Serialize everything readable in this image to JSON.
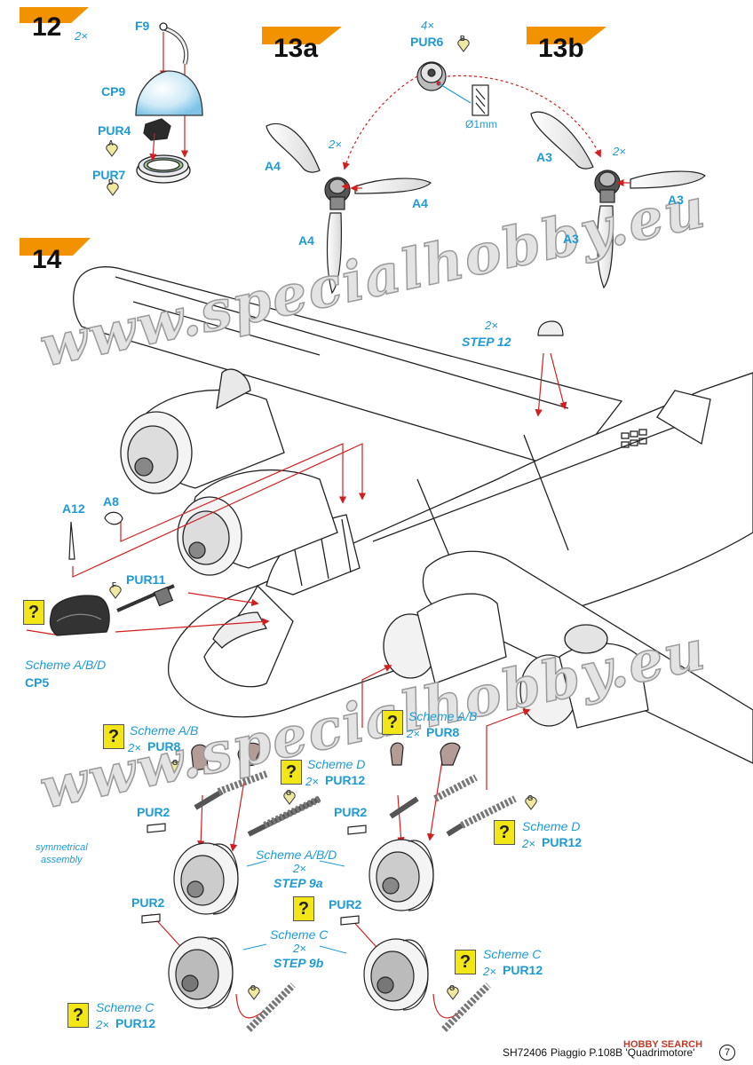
{
  "watermark": "www.specialhobby.eu",
  "steps": [
    {
      "number": "12",
      "count": "2×"
    },
    {
      "number": "13a"
    },
    {
      "number": "13b"
    },
    {
      "number": "14"
    }
  ],
  "step12": {
    "f9": "F9",
    "cp9": "CP9",
    "pur4": "PUR4",
    "pur7": "PUR7",
    "badge_a": "A",
    "badge_d": "D"
  },
  "step13": {
    "count4": "4×",
    "pur6": "PUR6",
    "badge_b": "B",
    "drill": "Ø1mm",
    "a4": "A4",
    "a3": "A3",
    "count2": "2×"
  },
  "step14": {
    "count2": "2×",
    "step12_ref": "STEP 12",
    "a12": "A12",
    "a8": "A8",
    "pur11": "PUR11",
    "badge_f": "F",
    "badge_g": "G",
    "scheme_abd": "Scheme A/B/D",
    "cp5": "CP5",
    "scheme_ab": "Scheme A/B",
    "pur8": "PUR8",
    "scheme_d": "Scheme D",
    "pur12": "PUR12",
    "pur2": "PUR2",
    "symmetrical": "symmetrical",
    "assembly": "assembly",
    "step9a": "STEP 9a",
    "scheme_c": "Scheme C",
    "step9b": "STEP 9b",
    "question": "?"
  },
  "footer": {
    "code": "SH72406",
    "title": "Piaggio P.108B 'Quadrimotore'",
    "page": "7",
    "brand": "HOBBY SEARCH"
  },
  "colors": {
    "accent": "#1e9ad6",
    "step_flag": "#f39200",
    "callout": "#d11f1f",
    "question_box": "#f2e616"
  }
}
